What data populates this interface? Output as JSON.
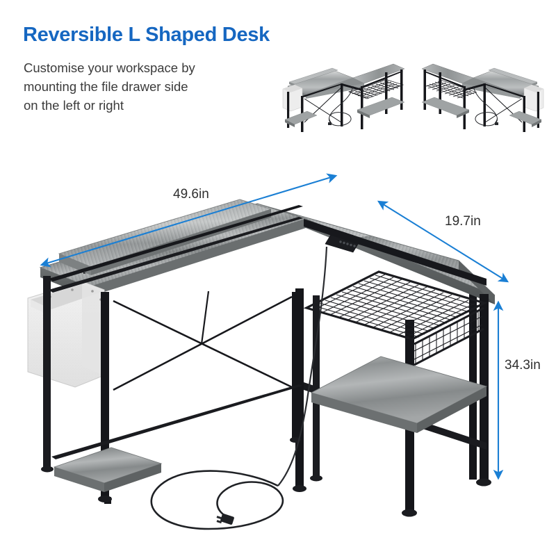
{
  "header": {
    "title": "Reversible L Shaped Desk",
    "title_color": "#1667c1",
    "subtitle_lines": [
      "Customise your workspace by",
      "mounting the file drawer side",
      "on the left or right"
    ]
  },
  "thumbnails": [
    {
      "name": "drawer-left-configuration",
      "caption": ""
    },
    {
      "name": "drawer-right-configuration",
      "caption": ""
    }
  ],
  "dimensions": {
    "width": "49.6in",
    "depth": "19.7in",
    "height": "34.3in",
    "arrow_color": "#1a7fd4"
  },
  "product": {
    "name": "L Shaped Computer Desk",
    "finish": "Grey Oak / Black Metal",
    "features": [
      "monitor-riser-shelf",
      "file-drawer-pocket",
      "wire-mesh-grid-shelf",
      "power-outlet-strip",
      "lower-storage-shelves",
      "adjustable-floor-pads"
    ]
  },
  "colors": {
    "wood_light": "#c9cbcb",
    "wood_mid": "#9a9d9e",
    "wood_dark": "#6f7375",
    "metal_black": "#15161a",
    "felt_white": "#ececec",
    "background": "#ffffff"
  }
}
